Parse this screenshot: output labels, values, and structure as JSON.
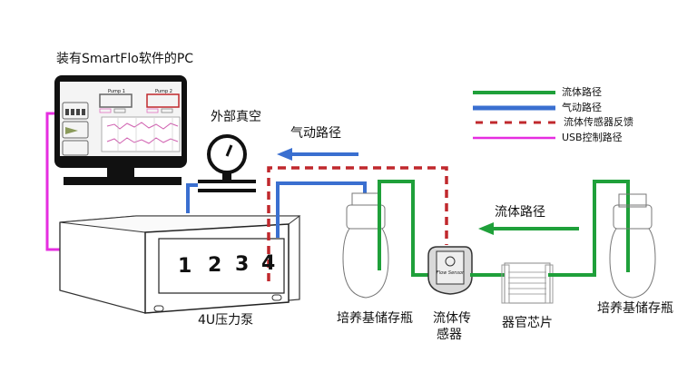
{
  "labels": {
    "pc": "装有SmartFlo软件的PC",
    "vacuum": "外部真空",
    "pneumatic_arrow": "气动路径",
    "fluid_arrow": "流体路径",
    "pump": "4U压力泵",
    "reservoir_left": "培养基储存瓶",
    "sensor_line1": "流体传",
    "sensor_line2": "感器",
    "chip": "器官芯片",
    "reservoir_right": "培养基储存瓶"
  },
  "legend": [
    {
      "label": "流体路径",
      "color": "#1fa03a",
      "style": "solid"
    },
    {
      "label": "气动路径",
      "color": "#3a6fd0",
      "style": "solid"
    },
    {
      "label": "流体传感器反馈",
      "color": "#c0282d",
      "style": "dashed"
    },
    {
      "label": "USB控制路径",
      "color": "#e62ee0",
      "style": "solid"
    }
  ],
  "pump_channels": [
    "1",
    "2",
    "3",
    "4"
  ],
  "monitor": {
    "panel_titles": [
      "Pump 1",
      "Pump 2"
    ]
  },
  "sensor_text": "Flow Sensor",
  "colors": {
    "fluid": "#1fa03a",
    "pneumatic": "#3a6fd0",
    "feedback": "#c0282d",
    "usb": "#e62ee0"
  }
}
